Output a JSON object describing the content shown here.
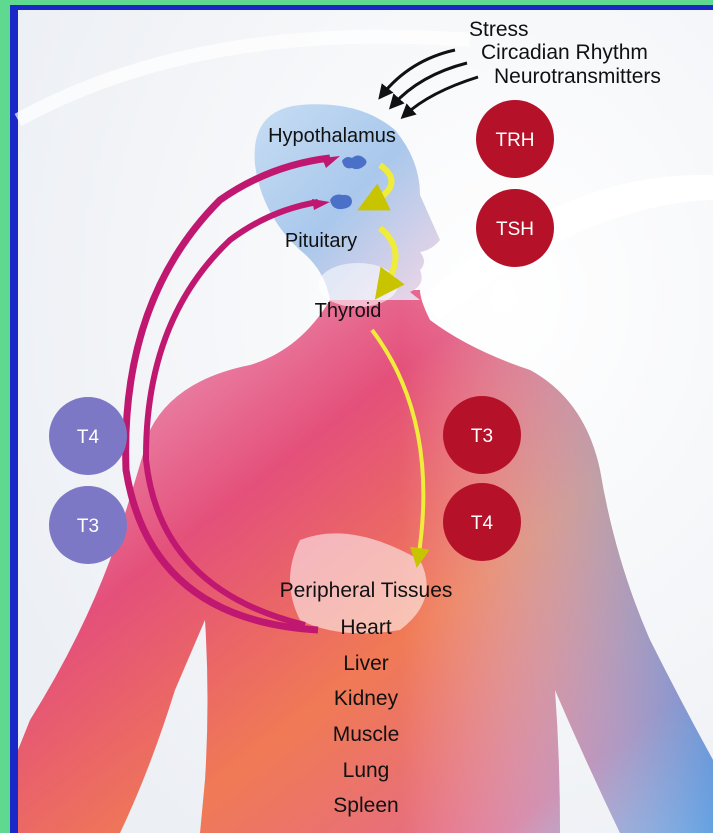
{
  "inputs": [
    "Stress",
    "Circadian Rhythm",
    "Neurotransmitters"
  ],
  "organs": {
    "hypothalamus": "Hypothalamus",
    "pituitary": "Pituitary",
    "thyroid": "Thyroid",
    "peripheral": "Peripheral Tissues"
  },
  "tissues": [
    "Heart",
    "Liver",
    "Kidney",
    "Muscle",
    "Lung",
    "Spleen"
  ],
  "hormones": {
    "trh": "TRH",
    "tsh": "TSH",
    "t3_right": "T3",
    "t4_right": "T4",
    "t4_left": "T4",
    "t3_left": "T3"
  },
  "colors": {
    "frame_green": "#5fd98f",
    "frame_blue": "#1b28c8",
    "hormone_red": "#b5122a",
    "feedback_purple": "#7c78c6",
    "arrow_yellow": "#f0ec3a",
    "arrow_magenta": "#c01870",
    "gland_blue": "#4a70c8"
  }
}
